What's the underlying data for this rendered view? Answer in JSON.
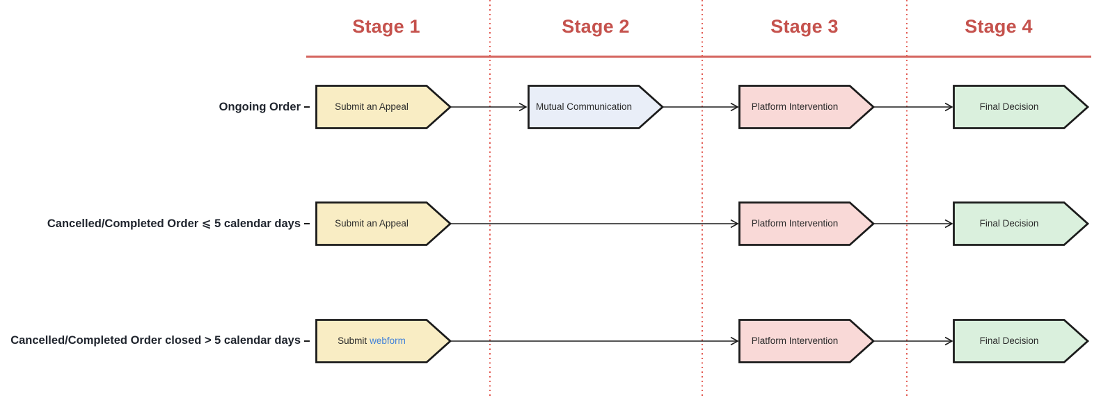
{
  "stages": [
    {
      "label": "Stage 1"
    },
    {
      "label": "Stage 2"
    },
    {
      "label": "Stage 3"
    },
    {
      "label": "Stage 4"
    }
  ],
  "rows": [
    {
      "label": "Ongoing Order",
      "steps": [
        {
          "stage": 1,
          "label": "Submit an Appeal",
          "fill": "#F9EDC4"
        },
        {
          "stage": 2,
          "label": "Mutual Communication",
          "fill": "#E9EEF8"
        },
        {
          "stage": 3,
          "label": "Platform Intervention",
          "fill": "#F9D9D7"
        },
        {
          "stage": 4,
          "label": "Final Decision",
          "fill": "#DAF0DD"
        }
      ]
    },
    {
      "label": "Cancelled/Completed Order ⩽ 5 calendar days",
      "steps": [
        {
          "stage": 1,
          "label": "Submit an Appeal",
          "fill": "#F9EDC4"
        },
        {
          "stage": 3,
          "label": "Platform Intervention",
          "fill": "#F9D9D7"
        },
        {
          "stage": 4,
          "label": "Final Decision",
          "fill": "#DAF0DD"
        }
      ]
    },
    {
      "label": "Cancelled/Completed Order closed > 5 calendar days",
      "steps": [
        {
          "stage": 1,
          "label_prefix": "Submit",
          "link_label": "webform",
          "fill": "#F9EDC4"
        },
        {
          "stage": 3,
          "label": "Platform Intervention",
          "fill": "#F9D9D7"
        },
        {
          "stage": 4,
          "label": "Final Decision",
          "fill": "#DAF0DD"
        }
      ]
    }
  ],
  "colors": {
    "stage_header_text": "#C5524D",
    "stage_rule": "#D4655F",
    "divider_dots": "#E4635B",
    "node_border": "#1B1B1B",
    "node_text": "#2B2B2B",
    "row_label_text": "#20252E",
    "link_blue": "#4181D9",
    "fill_yellow": "#F9EDC4",
    "fill_blue": "#E9EEF8",
    "fill_pink": "#F9D9D7",
    "fill_green": "#DAF0DD",
    "background": "#FFFFFF"
  }
}
